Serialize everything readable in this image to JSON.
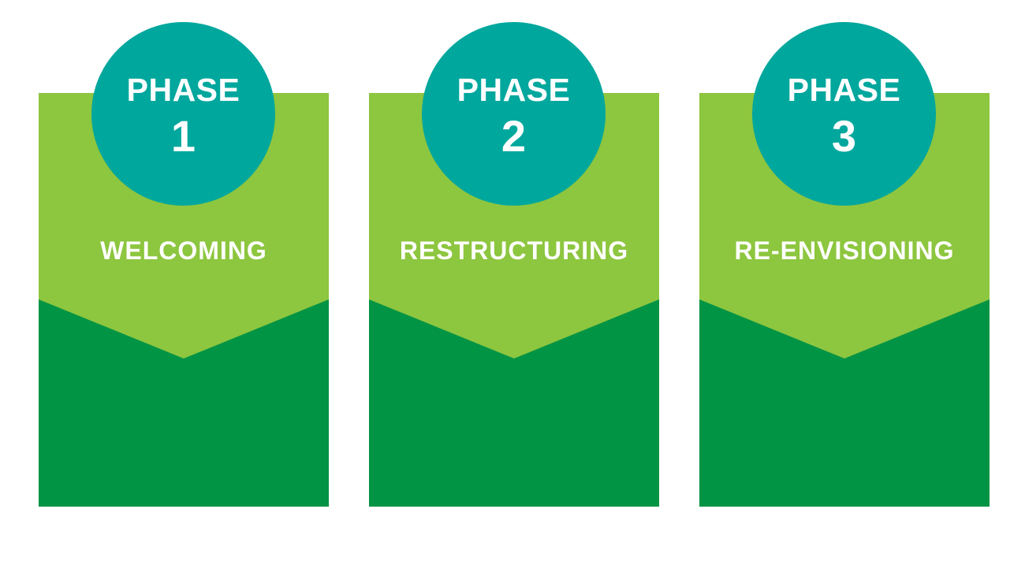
{
  "colors": {
    "light_green": "#8dc63f",
    "dark_green": "#009444",
    "teal": "#00a79d",
    "text": "#ffffff"
  },
  "phases": [
    {
      "label": "PHASE",
      "number": "1",
      "name": "WELCOMING"
    },
    {
      "label": "PHASE",
      "number": "2",
      "name": "RESTRUCTURING"
    },
    {
      "label": "PHASE",
      "number": "3",
      "name": "RE-ENVISIONING"
    }
  ]
}
